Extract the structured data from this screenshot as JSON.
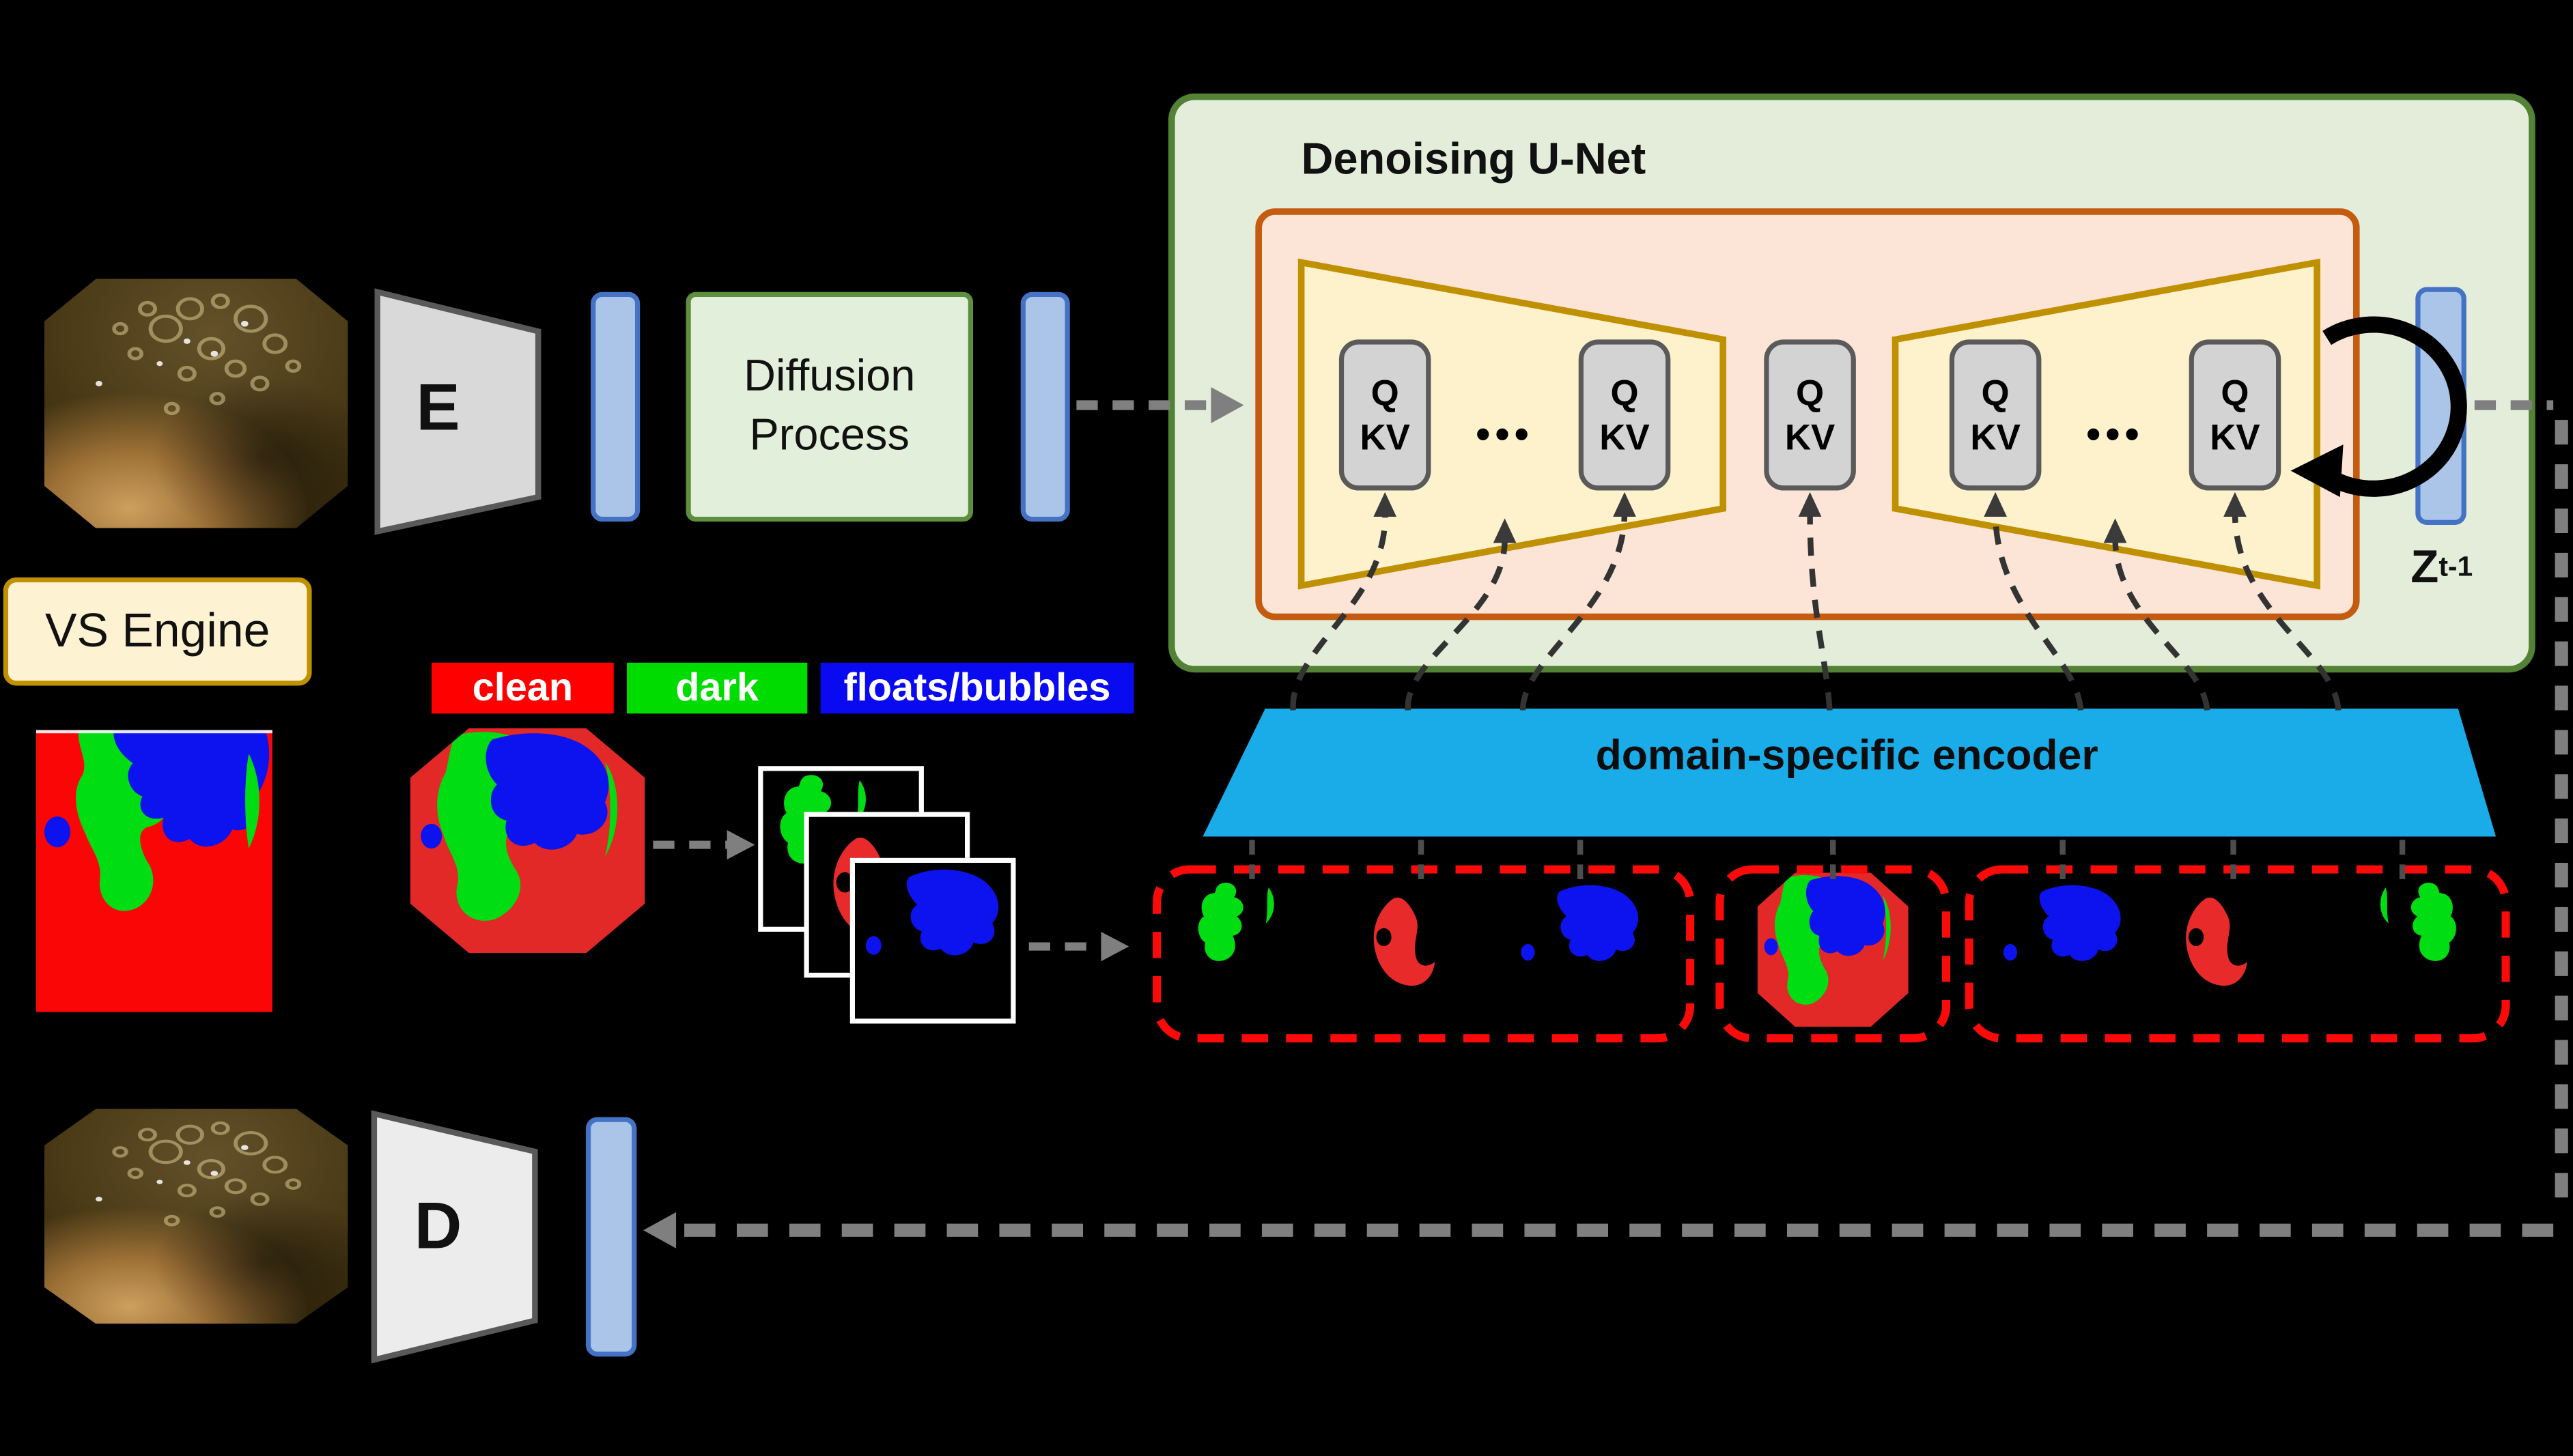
{
  "diagram": {
    "unet_title": "Denoising U-Net",
    "encoder_label": "E",
    "decoder_label": "D",
    "diffusion_label": "Diffusion Process",
    "vs_engine_label": "VS Engine",
    "domain_encoder_label": "domain-specific encoder",
    "attention_q": "Q",
    "attention_kv": "KV",
    "ellipsis": "•••",
    "latent_base": "Z",
    "latent_sub": "t-1"
  },
  "legend": {
    "items": [
      {
        "label": "clean",
        "color": "#fe0000"
      },
      {
        "label": "dark",
        "color": "#00dc00"
      },
      {
        "label": "floats/bubbles",
        "color": "#0a0af0"
      }
    ]
  },
  "colors": {
    "background": "#000000",
    "unet_box_fill": "#e3edd9",
    "unet_box_border": "#538135",
    "inner_box_fill": "#fce4d6",
    "inner_box_border": "#c55a11",
    "trapezoid_fill": "#fdf2cc",
    "trapezoid_border": "#bf9000",
    "qkv_fill": "#d3d3d3",
    "qkv_border": "#5a5a5a",
    "latent_bar_fill": "#abc5e8",
    "latent_bar_border": "#4472c4",
    "coder_fill": "#d9d9d9",
    "coder_border": "#595959",
    "domain_encoder_fill": "#1aace8",
    "vs_box_fill": "#fdf2d2",
    "vs_box_border": "#bf9000",
    "mask_red": "#e32828",
    "mask_green": "#00dd12",
    "mask_blue": "#0d13ee",
    "arrow_gray": "#7f7f7f",
    "dashed_red": "#fb0a0a",
    "loop_arrow": "#000000"
  }
}
